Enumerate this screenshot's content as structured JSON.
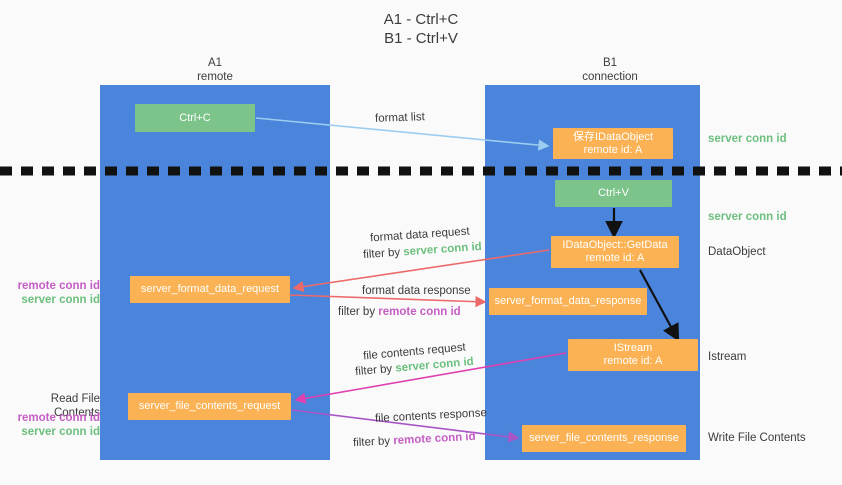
{
  "title": "A1 - Ctrl+C\nB1 - Ctrl+V",
  "columns": {
    "left": {
      "header": "A1\nremote"
    },
    "right": {
      "header": "B1\nconnection"
    }
  },
  "boxes": {
    "ctrl_c": "Ctrl+C",
    "ctrl_v": "Ctrl+V",
    "idataobject": "保存IDataObject\nremote id: A",
    "getdata": "IDataObject::GetData\nremote id: A",
    "istream": "IStream\nremote id: A",
    "server_format_data_request": "server_format_data_request",
    "server_format_data_response": "server_format_data_response",
    "server_file_contents_request": "server_file_contents_request",
    "server_file_contents_response": "server_file_contents_response"
  },
  "arrow_labels": {
    "format_list": "format list",
    "format_data_request": "format data request",
    "format_data_request_filter_prefix": "filter by ",
    "format_data_request_filter_value": "server conn id",
    "format_data_response": "format data response",
    "format_data_response_filter_prefix": "filter by ",
    "format_data_response_filter_value": "remote conn id",
    "file_contents_request": "file contents request",
    "file_contents_request_filter_prefix": "filter by ",
    "file_contents_request_filter_value": "server conn id",
    "file_contents_response": "file contents response",
    "file_contents_response_filter_prefix": "filter by ",
    "file_contents_response_filter_value": "remote conn id"
  },
  "side_labels": {
    "server_conn_id_top": "server conn id",
    "server_conn_id_mid": "server conn id",
    "dataobject": "DataObject",
    "istream": "Istream",
    "write_file_contents": "Write File Contents",
    "read_file_contents": "Read File Contents",
    "remote_conn_id_1": "remote conn id",
    "server_conn_id_1": "server conn id",
    "remote_conn_id_2": "remote conn id",
    "server_conn_id_2": "server conn id"
  },
  "colors": {
    "column_blue": "#4a84db",
    "box_green": "#7dc48b",
    "box_orange": "#fbb254",
    "green_text": "#6cbf7e",
    "purple_text": "#c45ec4",
    "arrow_lightblue": "#9ccdf0",
    "arrow_red": "#ec6a6a",
    "arrow_magenta": "#e040b0",
    "arrow_purple": "#a855c8",
    "arrow_black": "#111111",
    "background": "#fafafa"
  }
}
